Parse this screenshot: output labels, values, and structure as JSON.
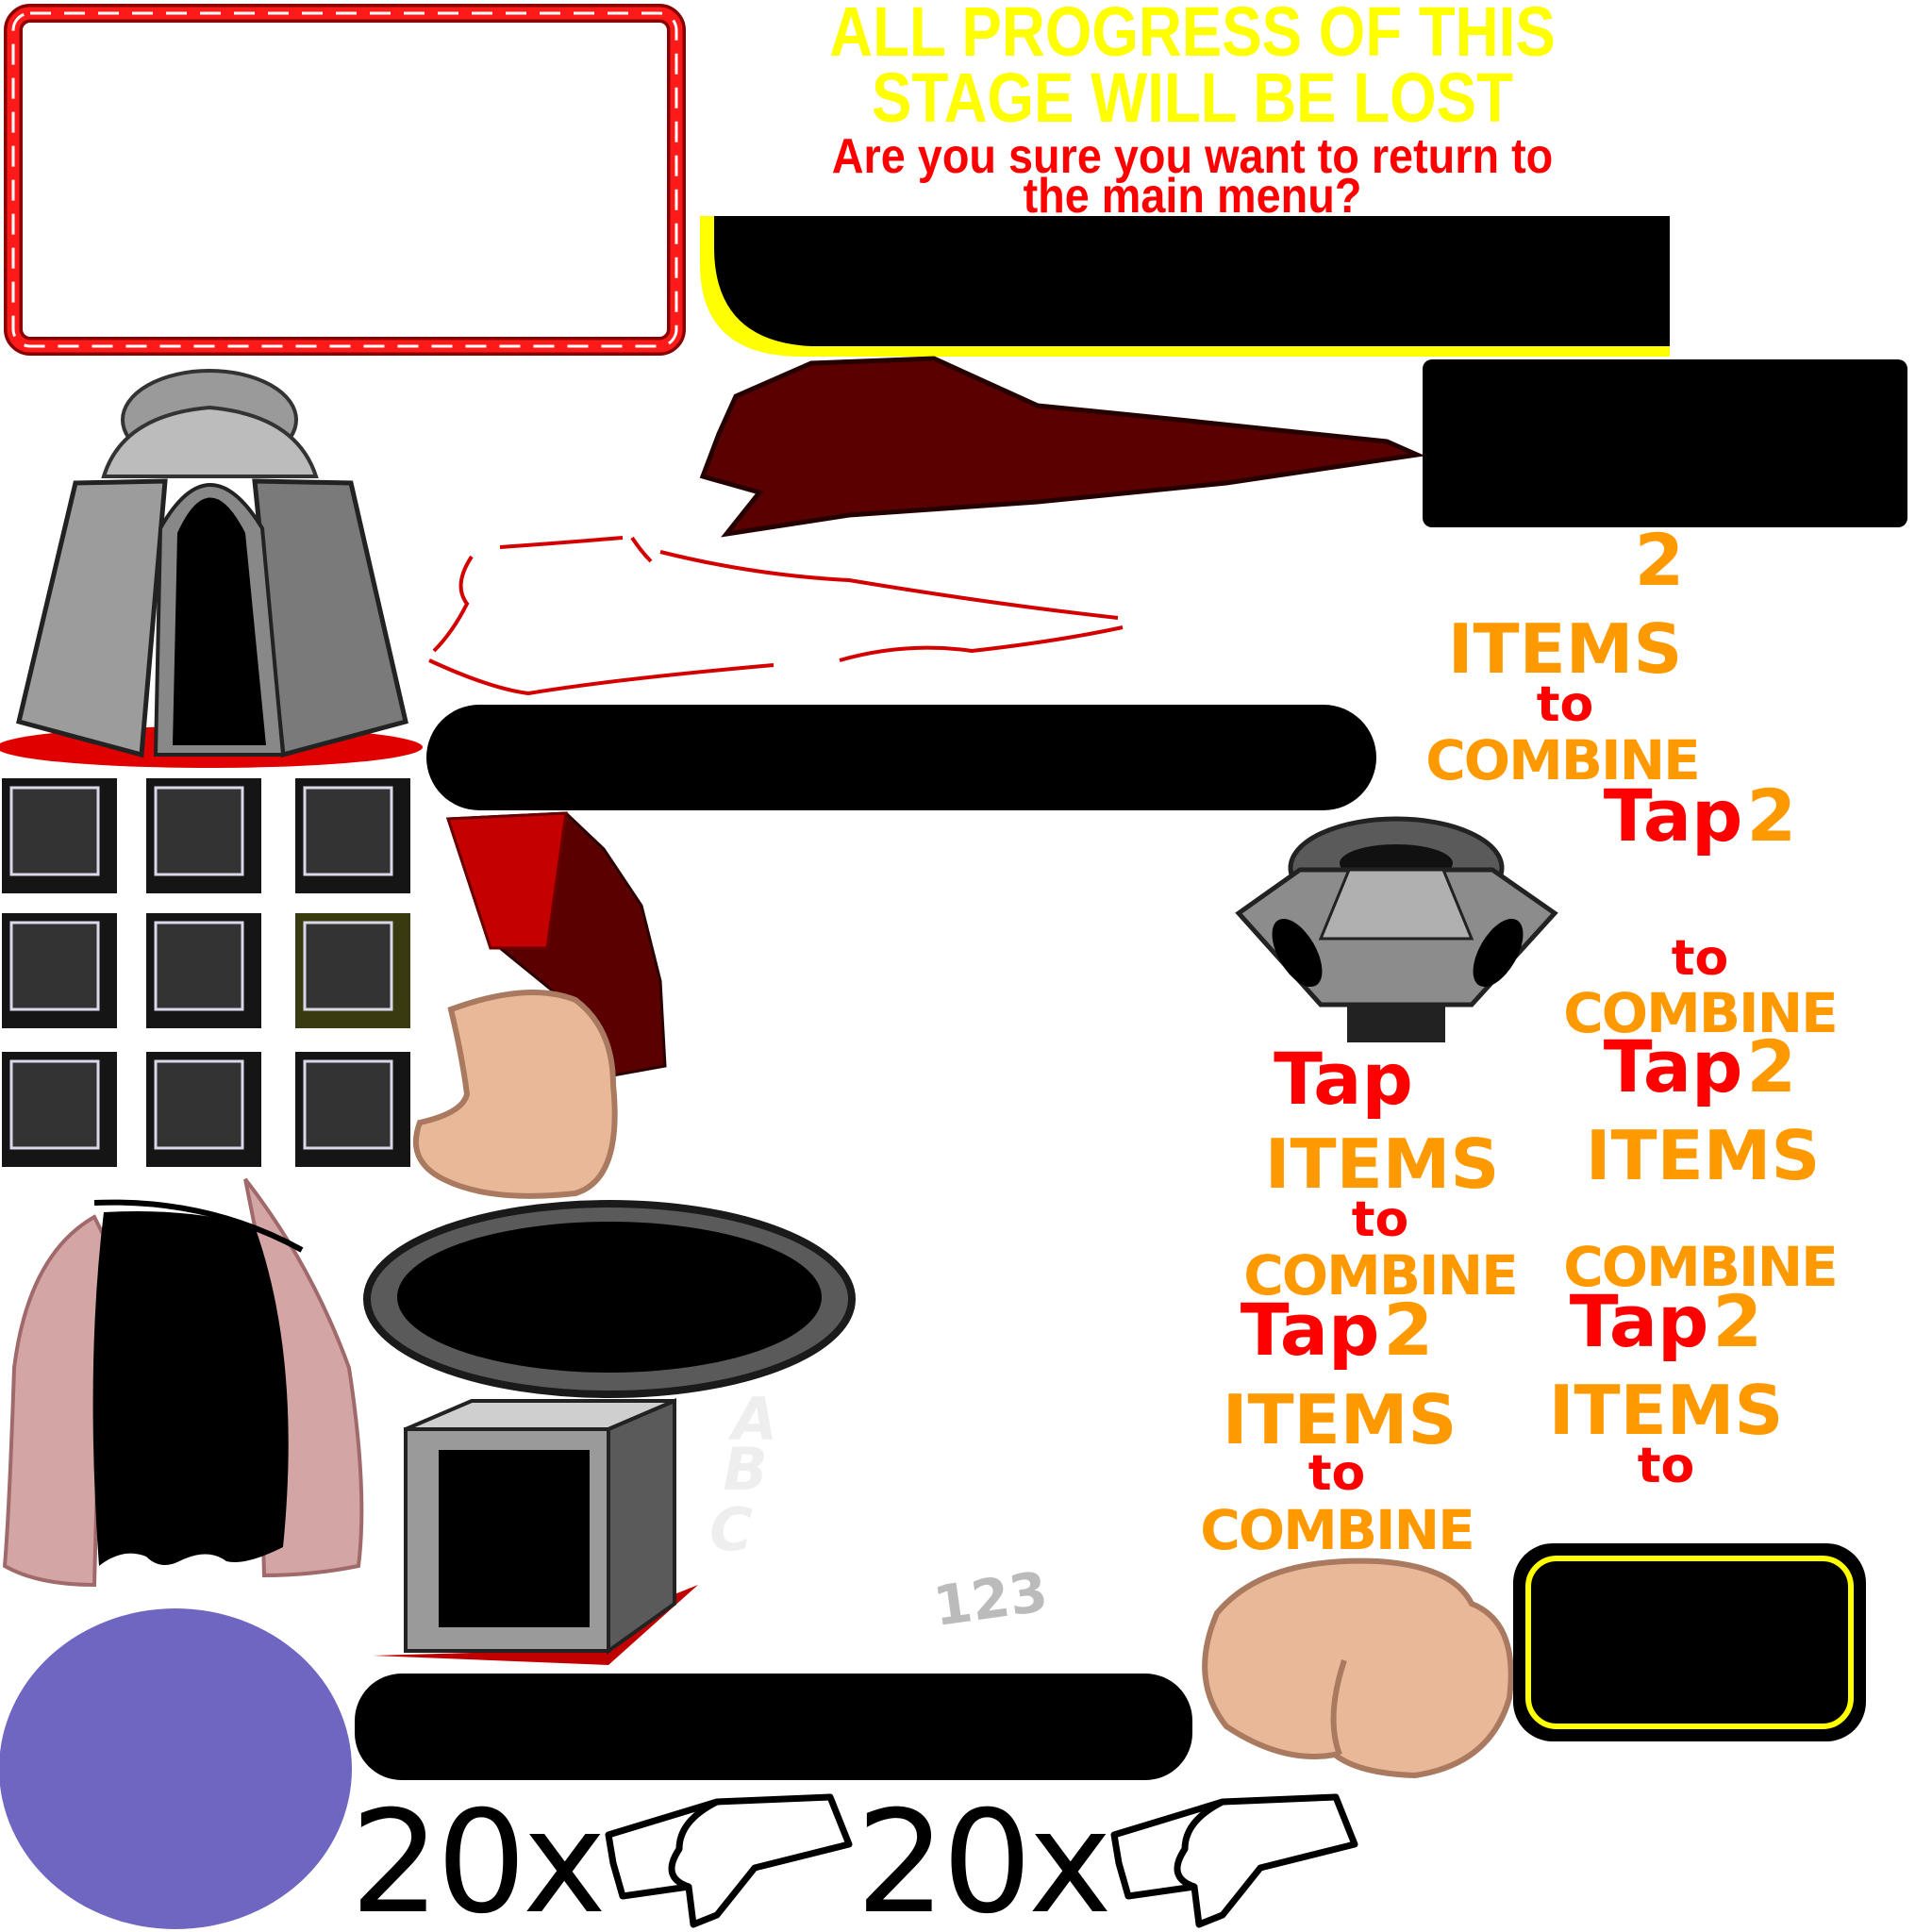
{
  "dialog": {
    "warning_line1": "ALL PROGRESS OF THIS",
    "warning_line2": "STAGE WILL BE LOST",
    "question_line1": "Are you sure you want to return to",
    "question_line2": "the main menu?"
  },
  "hints": {
    "two": "2",
    "items": "ITEMS",
    "to": "to",
    "combine": "COMBINE",
    "tap": "Tap"
  },
  "decor": {
    "abc": [
      "A",
      "B",
      "C"
    ],
    "numbers": "123",
    "multiplier": "20x"
  },
  "colors": {
    "warning": "#ffff00",
    "question": "#ff0000",
    "hint_orange": "#ff9900",
    "hint_red": "#ff0000",
    "orb": "#6e66c0"
  }
}
